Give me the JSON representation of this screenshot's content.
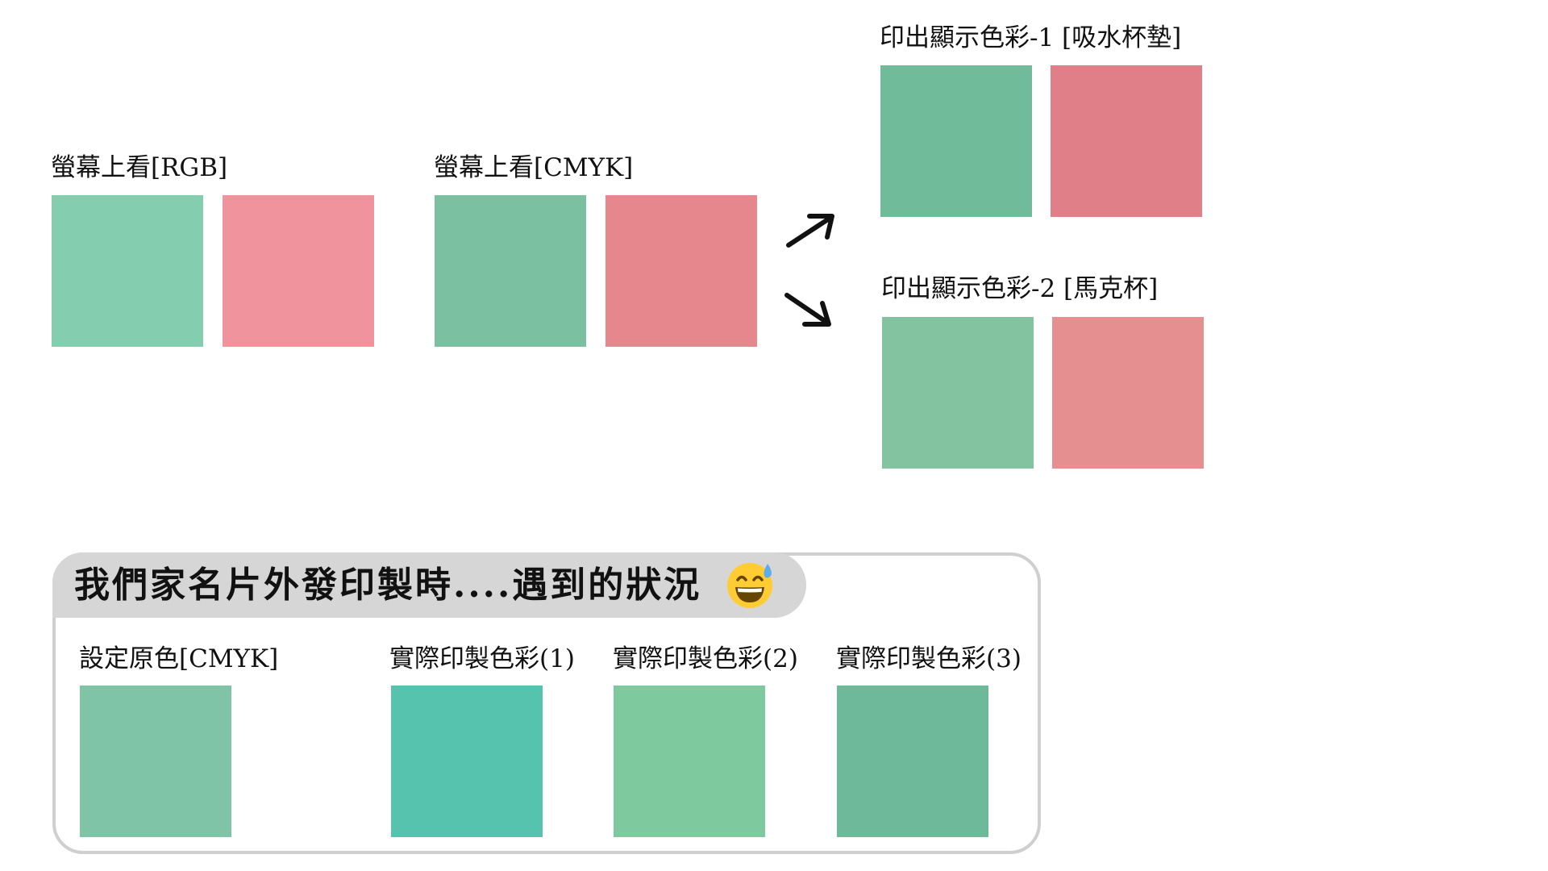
{
  "top": {
    "rgb_label": "螢幕上看[RGB]",
    "cmyk_label": "螢幕上看[CMYK]",
    "print1_label": "印出顯示色彩-1 [吸水杯墊]",
    "print2_label": "印出顯示色彩-2 [馬克杯]"
  },
  "bottom": {
    "banner": "我們家名片外發印製時....遇到的狀況",
    "banner_emoji": "sweat-smile-emoji",
    "set_label": "設定原色[CMYK]",
    "actual1_label": "實際印製色彩(1)",
    "actual2_label": "實際印製色彩(2)",
    "actual3_label": "實際印製色彩(3)"
  },
  "colors": {
    "rgb_green": "#84cdaf",
    "rgb_pink": "#f0939c",
    "cmyk_green": "#7bc0a0",
    "cmyk_pink": "#e5878d",
    "print1_green": "#6fbb9a",
    "print1_pink": "#e17f88",
    "print2_green": "#84c3a0",
    "print2_pink": "#e68f91",
    "set_green": "#7fc4a7",
    "actual1": "#55c3ae",
    "actual2": "#7fc99e",
    "actual3": "#6db999",
    "panel_border": "#cfcfcf",
    "banner_bg": "#d6d6d6"
  }
}
